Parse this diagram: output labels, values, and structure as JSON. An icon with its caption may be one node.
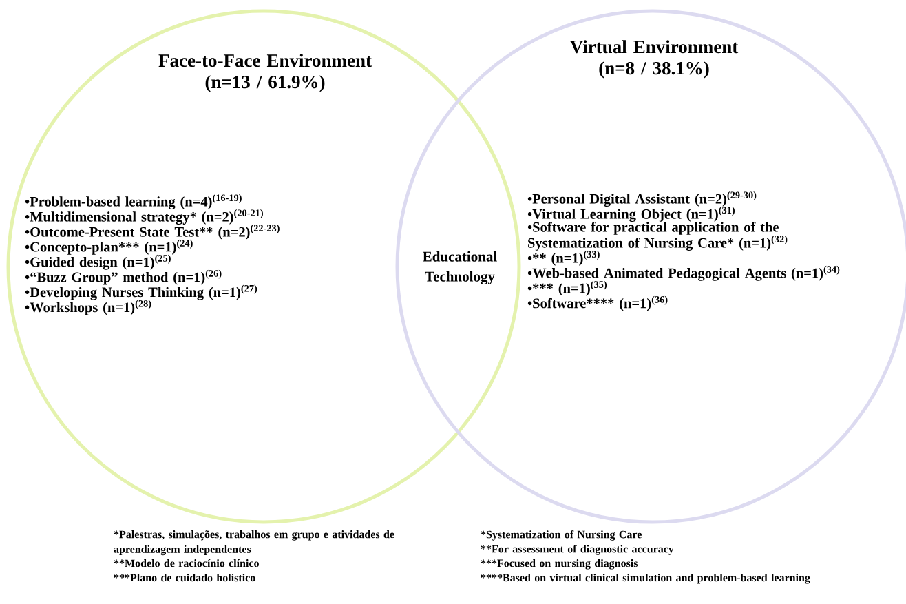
{
  "diagram": {
    "nodes": [
      {
        "text": [
          "Face-to-Face Environment (n=13 / 61.9%)",
          "•Problem-based learning (n=4)$^{(16-19)}$",
          "•Multidimensional strategy* (n=2)$^{(20-21)}$",
          "•Outcome-Present State Test** (n=2)$^{(22-23)}$",
          "•Concepto-plan*** (n=1)$^{(24)}$",
          "•Guided design (n=1)$^{(25)}$",
          "•“Buzz Group” method (n=1)$^{(26)}$",
          "•Developing Nurses Thinking (n=1)$^{(27)}$",
          "•Workshops (n=1)$^{(28)}$"
        ]
      },
      {
        "text": [
          "Virtual Environment (n=8 / 38.1%)",
          "•Personal Digital Assistant (n=2)$^{(29-30)}$",
          "•Virtual Learning Object (n=1)$^{(31)}$",
          "•Software for practical application of the Systematization of Nursing Care* (n=1)$^{(32)}$",
          "•** (n=1)$^{(33)}$",
          "•Web-based Animated Pedagogical Agents (n=1)$^{(34)}$",
          "•*** (n=1)$^{(35)}$",
          "•Software**** (n=1)$^{(36)}$"
        ]
      }
    ],
    "labels": [
      "Educational Technology",
      "*Palestras, simulações, trabalhos em grupo e atividades de aprendizagem independentes",
      "**Modelo de raciocínio clínico",
      "***Plano de cuidado holístico",
      "*Systematization of Nursing Care",
      "**For assessment of diagnostic accuracy",
      "***Focused on nursing diagnosis",
      "****Based on virtual clinical simulation and problem-based learning"
    ]
  }
}
